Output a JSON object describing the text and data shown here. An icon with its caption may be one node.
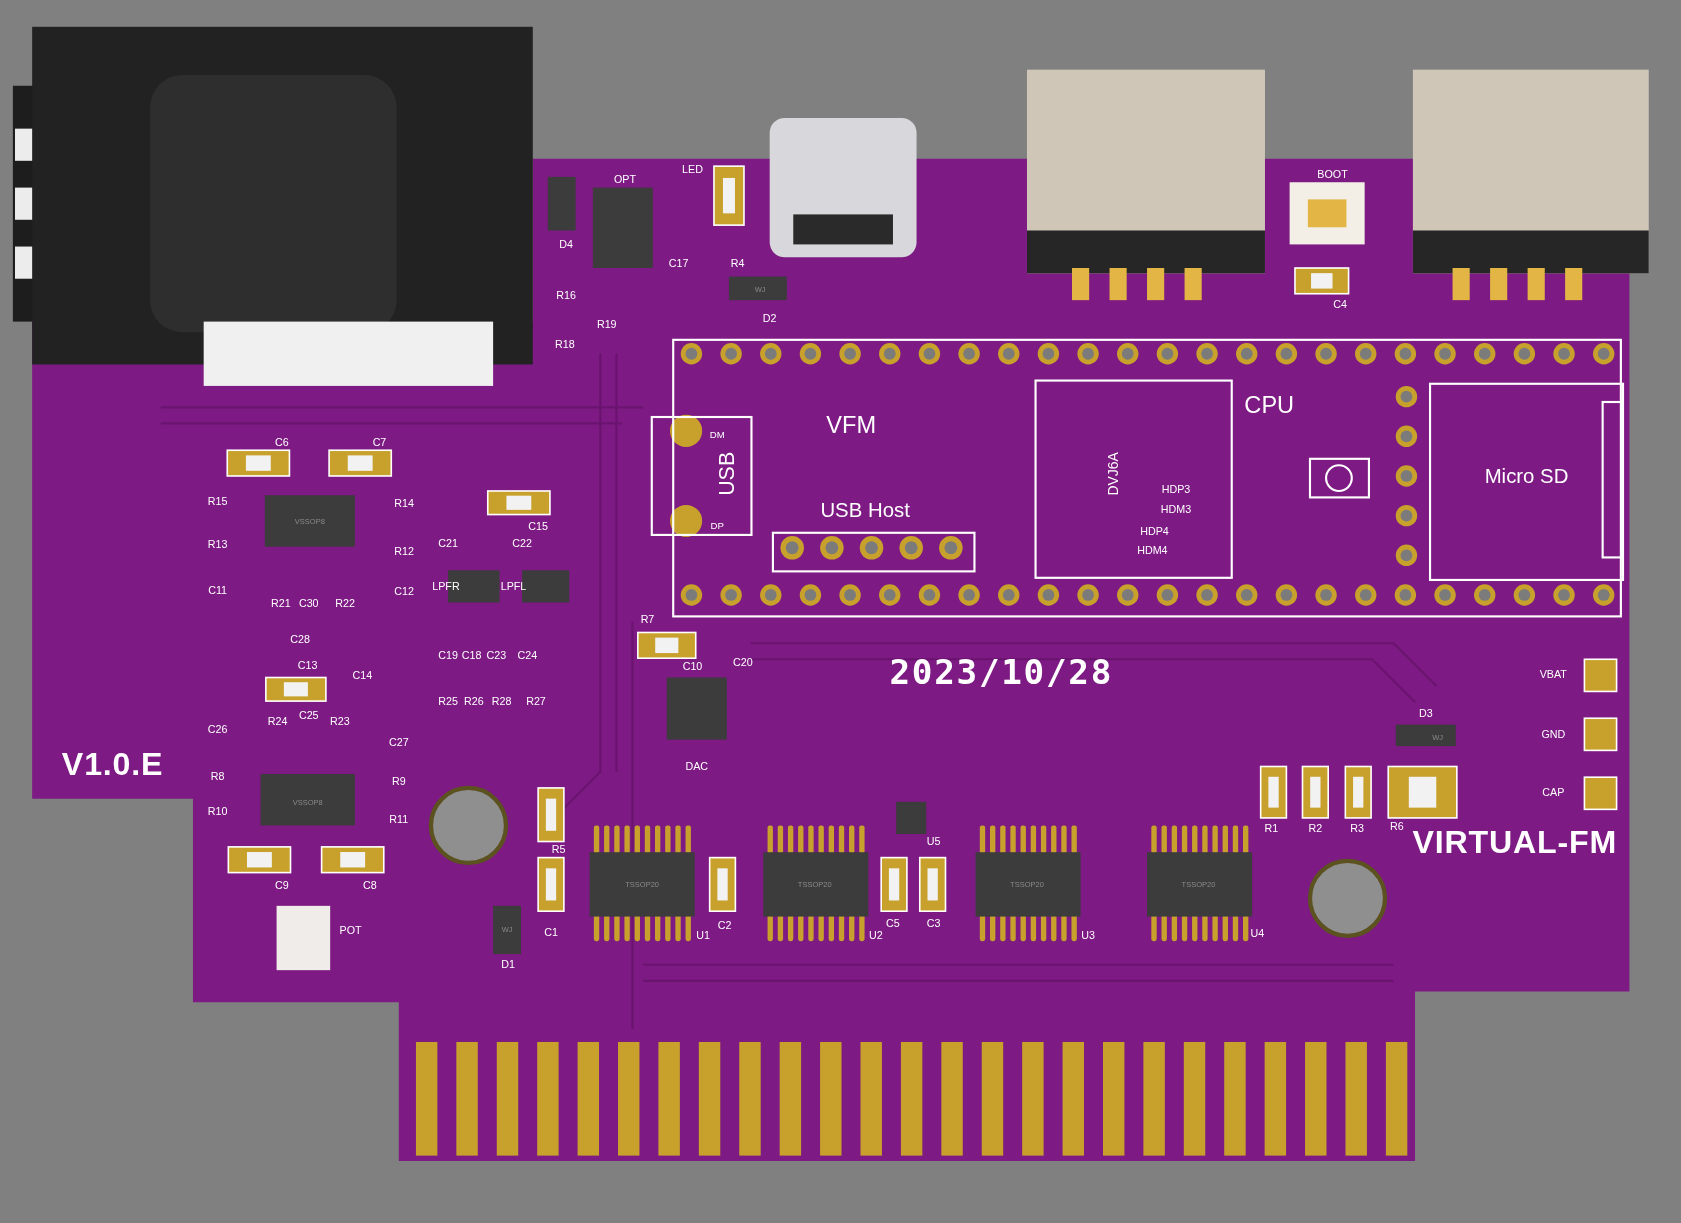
{
  "diagram": {
    "nodes": [
      {
        "text": [
          "VFM"
        ]
      },
      {
        "text": [
          "USB",
          "DM",
          "DP"
        ]
      },
      {
        "text": [
          "USB Host"
        ],
        "in": 0
      },
      {
        "text": [
          "DVJ6A",
          "HDP3",
          "HDM3",
          "HDP4",
          "HDM4"
        ],
        "in": 0,
        "beside": [
          "CPU"
        ]
      },
      {
        "text": [
          "Micro SD"
        ],
        "in": 0
      }
    ],
    "labels": [
      "OPT",
      "LED",
      "BOOT",
      "D4",
      "C17",
      "R4",
      "R16",
      "WJ",
      "D2",
      "C4",
      "R19",
      "R18",
      "C6",
      "C7",
      "R15",
      "VSSOP8",
      "R14",
      "C15",
      "R13",
      "R12",
      "C21",
      "C22",
      "C11",
      "R21",
      "C30",
      "R22",
      "C12",
      "LPFR",
      "LPFL",
      "R7",
      "C28",
      "C13",
      "C14",
      "C19",
      "C18",
      "C23",
      "C24",
      "C10",
      "C20",
      "2023/10/28",
      "R25",
      "R26",
      "R28",
      "R27",
      "C26",
      "R24",
      "C25",
      "R23",
      "C27",
      "VBAT",
      "D3",
      "WJ",
      "GND",
      "DAC",
      "V1.0.E",
      "R8",
      "R9",
      "VSSOP8",
      "R10",
      "R11",
      "CAP",
      "R1",
      "R2",
      "R3",
      "R6",
      "R5",
      "U5",
      "VIRTUAL-FM",
      "C9",
      "C8",
      "TSSOP20",
      "TSSOP20",
      "TSSOP20",
      "TSSOP20",
      "POT",
      "WJ",
      "C1",
      "U1",
      "C2",
      "U2",
      "C5",
      "C3",
      "U3",
      "U4",
      "D1"
    ]
  }
}
